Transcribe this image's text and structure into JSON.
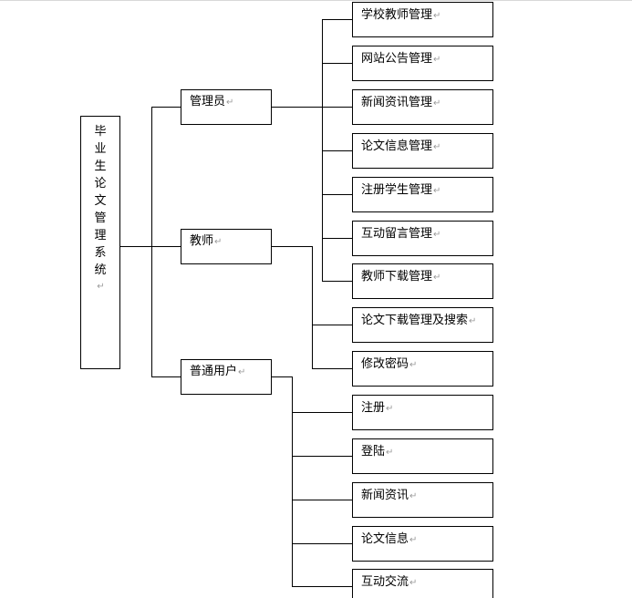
{
  "para_mark": "↵",
  "root": {
    "label": "毕业生论文管理系统"
  },
  "roles": [
    {
      "label": "管理员",
      "children": [
        "学校教师管理",
        "网站公告管理",
        "新闻资讯管理",
        "论文信息管理",
        "注册学生管理",
        "互动留言管理",
        "教师下载管理"
      ]
    },
    {
      "label": "教师",
      "children": [
        "论文下载管理及搜索",
        "修改密码"
      ]
    },
    {
      "label": "普通用户",
      "children": [
        "注册",
        "登陆",
        "新闻资讯",
        "论文信息",
        "互动交流"
      ]
    }
  ]
}
